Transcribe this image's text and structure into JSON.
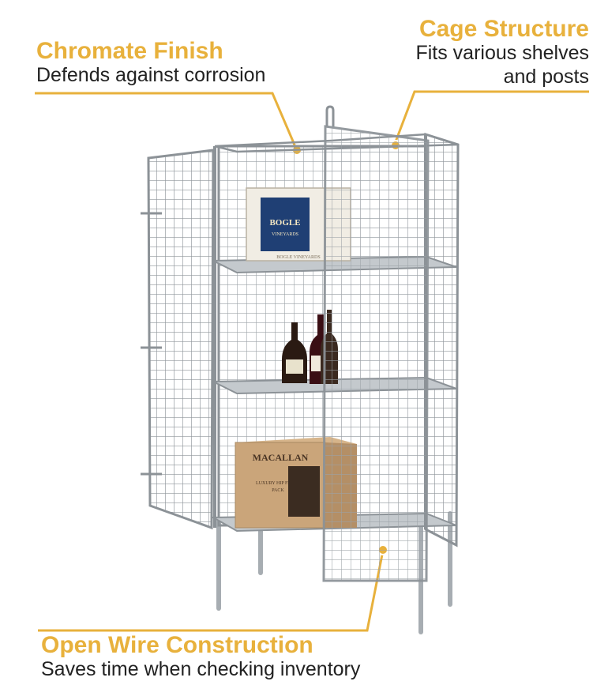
{
  "callouts": {
    "chromate": {
      "title": "Chromate Finish",
      "desc": "Defends against corrosion"
    },
    "cage": {
      "title": "Cage Structure",
      "desc_line1": "Fits various shelves",
      "desc_line2": "and posts"
    },
    "open_wire": {
      "title": "Open Wire Construction",
      "desc": "Saves time when checking inventory"
    }
  },
  "products": {
    "top_box": {
      "brand": "BOGLE",
      "sub": "VINEYARDS",
      "footer": "BOGLE VINEYARDS"
    },
    "bottom_box": {
      "brand": "MACALLAN",
      "line1": "LUXURY HIP FLASK",
      "line2": "PACK"
    }
  },
  "colors": {
    "accent": "#e8b13c",
    "text": "#222222",
    "wire": "#9aa0a6"
  }
}
